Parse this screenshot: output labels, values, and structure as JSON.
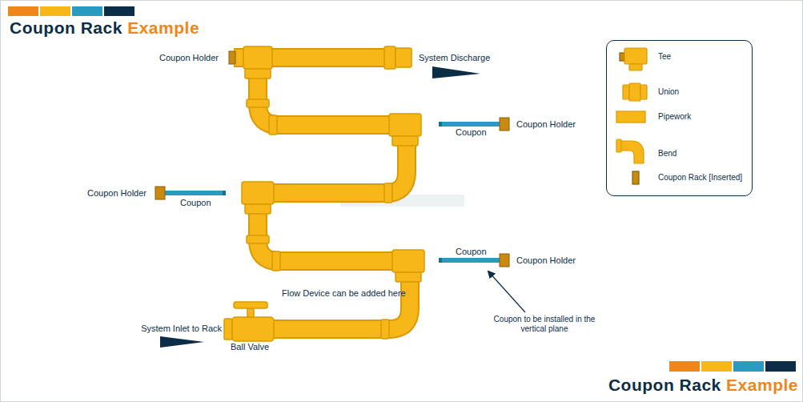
{
  "diagram": {
    "title": "Coupon Rack Example",
    "labels": [
      "Coupon Holder",
      "System Discharge",
      "Coupon Holder",
      "Coupon",
      "Coupon Holder",
      "Coupon",
      "Coupon",
      "Coupon Holder",
      "Flow Device can be added here",
      "Coupon to be installed in the vertical plane",
      "System Inlet to Rack",
      "Ball Valve",
      "Coupon Rack Example"
    ],
    "legend": [
      {
        "text": "Tee"
      },
      {
        "text": "Union"
      },
      {
        "text": "Pipework"
      },
      {
        "text": "Bend"
      },
      {
        "text": "Coupon Rack [Inserted]"
      }
    ]
  }
}
